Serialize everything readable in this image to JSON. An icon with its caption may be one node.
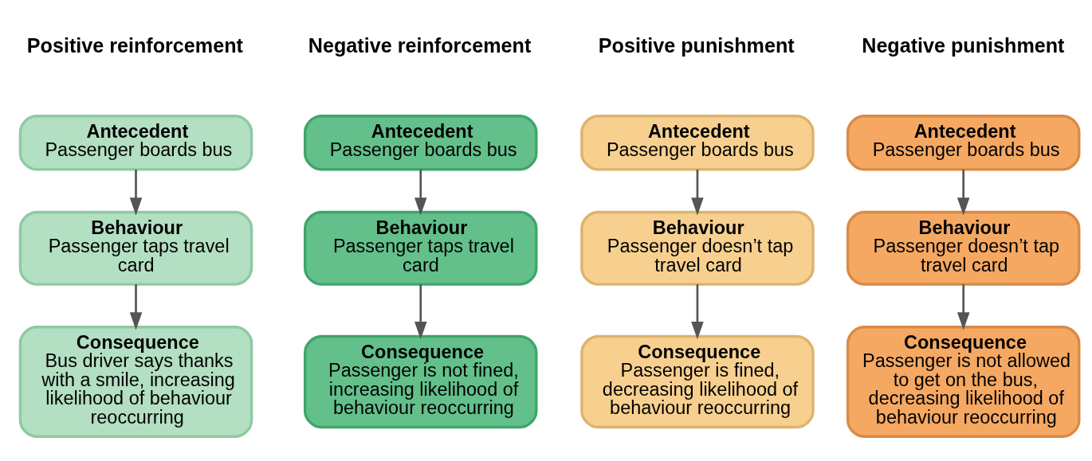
{
  "diagram": {
    "nodes": [
      {
        "text": [
          "Antecedent",
          "Passenger boards bus"
        ]
      },
      {
        "text": [
          "Behaviour",
          "Passenger taps travel card"
        ]
      },
      {
        "text": [
          "Consequence",
          "Bus driver says thanks with a smile, increasing likelihood of behaviour reoccurring"
        ]
      },
      {
        "text": [
          "Antecedent",
          "Passenger boards bus"
        ]
      },
      {
        "text": [
          "Behaviour",
          "Passenger taps travel card"
        ]
      },
      {
        "text": [
          "Consequence",
          "Passenger is not fined, increasing likelihood of behaviour reoccurring"
        ]
      },
      {
        "text": [
          "Antecedent",
          "Passenger boards bus"
        ]
      },
      {
        "text": [
          "Behaviour",
          "Passenger doesn’t tap travel card"
        ]
      },
      {
        "text": [
          "Consequence",
          "Passenger is fined, decreasing likelihood of behaviour reoccurring"
        ]
      },
      {
        "text": [
          "Antecedent",
          "Passenger boards bus"
        ]
      },
      {
        "text": [
          "Behaviour",
          "Passenger doesn’t tap travel card"
        ]
      },
      {
        "text": [
          "Consequence",
          "Passenger is not allowed to get on the bus, decreasing likelihood of behaviour reoccurring"
        ]
      }
    ],
    "edges": [
      {
        "from": 0,
        "to": 1,
        "arrow": "to"
      },
      {
        "from": 1,
        "to": 2,
        "arrow": "to"
      },
      {
        "from": 3,
        "to": 4,
        "arrow": "to"
      },
      {
        "from": 4,
        "to": 5,
        "arrow": "to"
      },
      {
        "from": 6,
        "to": 7,
        "arrow": "to"
      },
      {
        "from": 7,
        "to": 8,
        "arrow": "to"
      },
      {
        "from": 9,
        "to": 10,
        "arrow": "to"
      },
      {
        "from": 10,
        "to": 11,
        "arrow": "to"
      }
    ],
    "labels": [
      "Positive reinforcement",
      "Negative reinforcement",
      "Positive punishment",
      "Negative punishment"
    ]
  }
}
